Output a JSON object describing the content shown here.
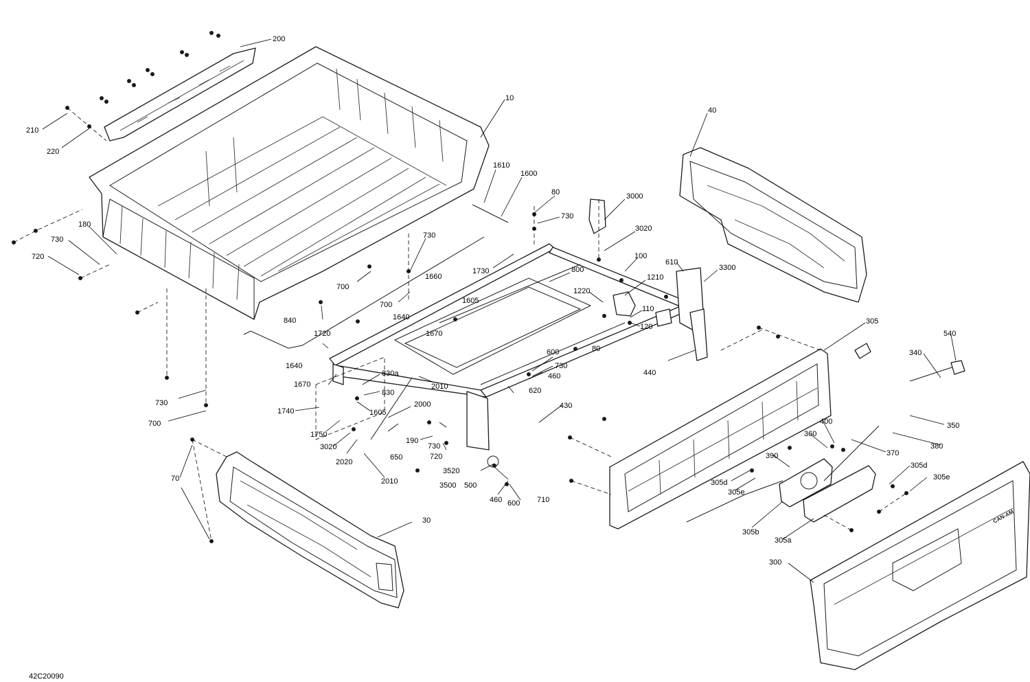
{
  "drawing_number": "42C20090",
  "brand_mark": "CAN-AM",
  "callouts": {
    "c10": "10",
    "c30": "30",
    "c40": "40",
    "c70": "70",
    "c80a": "80",
    "c80b": "80",
    "c100": "100",
    "c110": "110",
    "c120": "120",
    "c180": "180",
    "c190": "190",
    "c200": "200",
    "c210": "210",
    "c220": "220",
    "c300": "300",
    "c305": "305",
    "c305a": "305a",
    "c305b": "305b",
    "c305d1": "305d",
    "c305d2": "305d",
    "c305e1": "305e",
    "c305e2": "305e",
    "c340": "340",
    "c350": "350",
    "c360": "360",
    "c370": "370",
    "c380": "380",
    "c390": "390",
    "c400": "400",
    "c430": "430",
    "c440": "440",
    "c460a": "460",
    "c460b": "460",
    "c500": "500",
    "c540": "540",
    "c600a": "600",
    "c600b": "600",
    "c610": "610",
    "c620": "620",
    "c650": "650",
    "c700a": "700",
    "c700b": "700",
    "c700c": "700",
    "c710": "710",
    "c720a": "720",
    "c720b": "720",
    "c730a": "730",
    "c730b": "730",
    "c730c": "730",
    "c730d": "730",
    "c730e": "730",
    "c730f": "730",
    "c800": "800",
    "c830": "830",
    "c830a": "830a",
    "c840": "840",
    "c1210": "1210",
    "c1220": "1220",
    "c1600": "1600",
    "c1605a": "1605",
    "c1605b": "1605",
    "c1610": "1610",
    "c1640a": "1640",
    "c1640b": "1640",
    "c1660": "1660",
    "c1670a": "1670",
    "c1670b": "1670",
    "c1720": "1720",
    "c1730": "1730",
    "c1740": "1740",
    "c1750": "1750",
    "c2000": "2000",
    "c2010a": "2010",
    "c2010b": "2010",
    "c2020": "2020",
    "c3000": "3000",
    "c3020a": "3020",
    "c3020b": "3020",
    "c3300": "3300",
    "c3500": "3500",
    "c3520": "3520"
  }
}
